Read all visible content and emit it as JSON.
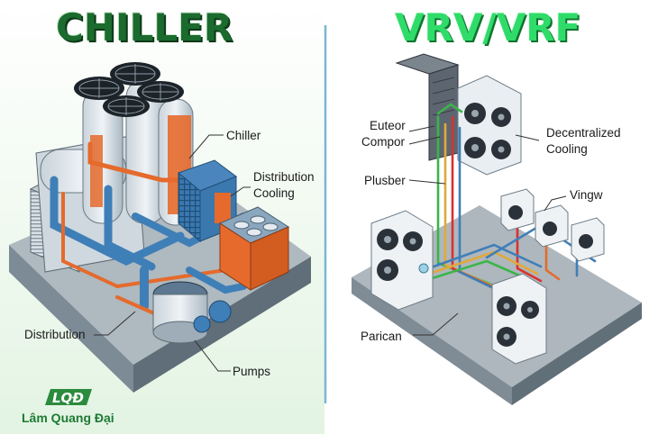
{
  "titles": {
    "left": "CHILLER",
    "right": "VRV/VRF"
  },
  "chiller_labels": {
    "chiller": "Chiller",
    "distribution_cooling_1": "Distribution",
    "distribution_cooling_2": "Cooling",
    "distribution": "Distribution",
    "pumps": "Pumps"
  },
  "vrv_labels": {
    "euteor": "Euteor",
    "compor": "Compor",
    "decentralized": "Decentralized",
    "cooling": "Cooling",
    "plusber": "Plusber",
    "vingw": "Vingw",
    "parican": "Parican"
  },
  "logo": {
    "mark": "LQĐ",
    "name": "Lâm Quang Đại"
  },
  "colors": {
    "chiller_title": "#1b6b2e",
    "vrv_title": "#2fdc6a",
    "divider": "#7bb6d6",
    "pipe_blue": "#3f7fb8",
    "pipe_orange": "#e56a2c",
    "floor": "#8d9ca6"
  }
}
